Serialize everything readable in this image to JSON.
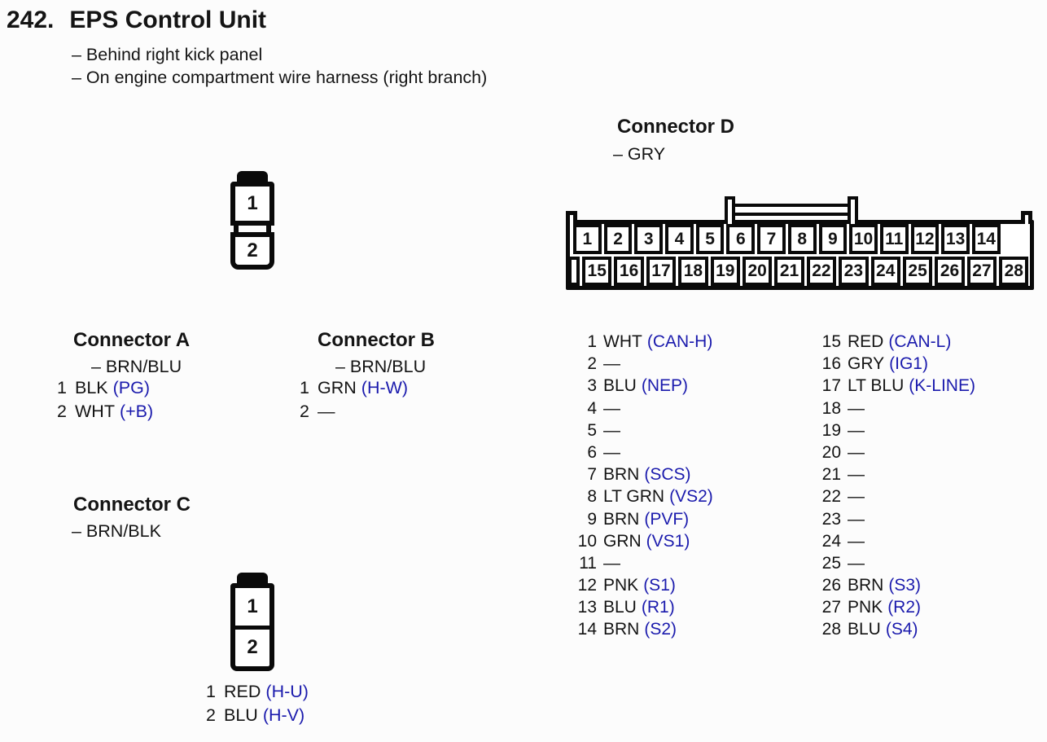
{
  "page": {
    "title_number": "242.",
    "title_text": "EPS Control Unit",
    "notes": [
      "– Behind right kick panel",
      "– On engine compartment wire harness (right branch)"
    ]
  },
  "colors": {
    "signal": "#1b1bad",
    "ink": "#141414",
    "paper": "#fcfcfc",
    "line": "#0a0a0a"
  },
  "connector_ab_drawing": {
    "pins": [
      "1",
      "2"
    ]
  },
  "connector_a": {
    "heading": "Connector A",
    "color_label": "– BRN/BLU",
    "pins": [
      {
        "num": "1",
        "wire": "BLK",
        "signal": "(PG)"
      },
      {
        "num": "2",
        "wire": "WHT",
        "signal": "(+B)"
      }
    ]
  },
  "connector_b": {
    "heading": "Connector B",
    "color_label": "– BRN/BLU",
    "pins": [
      {
        "num": "1",
        "wire": "GRN",
        "signal": "(H-W)"
      },
      {
        "num": "2",
        "wire": "—",
        "signal": ""
      }
    ]
  },
  "connector_c": {
    "heading": "Connector C",
    "color_label": "– BRN/BLK",
    "drawing_pins": [
      "1",
      "2"
    ],
    "pins": [
      {
        "num": "1",
        "wire": "RED",
        "signal": "(H-U)"
      },
      {
        "num": "2",
        "wire": "BLU",
        "signal": "(H-V)"
      }
    ]
  },
  "connector_d": {
    "heading": "Connector D",
    "color_label": "– GRY",
    "top_pins": [
      "1",
      "2",
      "3",
      "4",
      "5",
      "6",
      "7",
      "8",
      "9",
      "10",
      "11",
      "12",
      "13",
      "14"
    ],
    "bottom_pins": [
      "15",
      "16",
      "17",
      "18",
      "19",
      "20",
      "21",
      "22",
      "23",
      "24",
      "25",
      "26",
      "27",
      "28"
    ],
    "pins_left": [
      {
        "num": "1",
        "wire": "WHT",
        "signal": "(CAN-H)"
      },
      {
        "num": "2",
        "wire": "—",
        "signal": ""
      },
      {
        "num": "3",
        "wire": "BLU",
        "signal": "(NEP)"
      },
      {
        "num": "4",
        "wire": "—",
        "signal": ""
      },
      {
        "num": "5",
        "wire": "—",
        "signal": ""
      },
      {
        "num": "6",
        "wire": "—",
        "signal": ""
      },
      {
        "num": "7",
        "wire": "BRN",
        "signal": "(SCS)"
      },
      {
        "num": "8",
        "wire": "LT GRN",
        "signal": "(VS2)"
      },
      {
        "num": "9",
        "wire": "BRN",
        "signal": "(PVF)"
      },
      {
        "num": "10",
        "wire": "GRN",
        "signal": "(VS1)"
      },
      {
        "num": "11",
        "wire": "—",
        "signal": ""
      },
      {
        "num": "12",
        "wire": "PNK",
        "signal": "(S1)"
      },
      {
        "num": "13",
        "wire": "BLU",
        "signal": "(R1)"
      },
      {
        "num": "14",
        "wire": "BRN",
        "signal": "(S2)"
      }
    ],
    "pins_right": [
      {
        "num": "15",
        "wire": "RED",
        "signal": "(CAN-L)"
      },
      {
        "num": "16",
        "wire": "GRY",
        "signal": "(IG1)"
      },
      {
        "num": "17",
        "wire": "LT BLU",
        "signal": "(K-LINE)"
      },
      {
        "num": "18",
        "wire": "—",
        "signal": ""
      },
      {
        "num": "19",
        "wire": "—",
        "signal": ""
      },
      {
        "num": "20",
        "wire": "—",
        "signal": ""
      },
      {
        "num": "21",
        "wire": "—",
        "signal": ""
      },
      {
        "num": "22",
        "wire": "—",
        "signal": ""
      },
      {
        "num": "23",
        "wire": "—",
        "signal": ""
      },
      {
        "num": "24",
        "wire": "—",
        "signal": ""
      },
      {
        "num": "25",
        "wire": "—",
        "signal": ""
      },
      {
        "num": "26",
        "wire": "BRN",
        "signal": "(S3)"
      },
      {
        "num": "27",
        "wire": "PNK",
        "signal": "(R2)"
      },
      {
        "num": "28",
        "wire": "BLU",
        "signal": "(S4)"
      }
    ]
  }
}
